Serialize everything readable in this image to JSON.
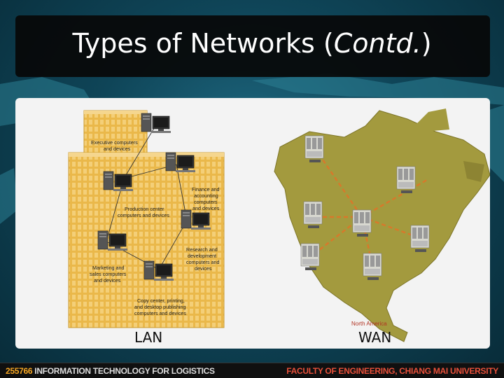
{
  "slide": {
    "title_main": "Types of Networks (",
    "title_italic": "Contd.",
    "title_end": ")"
  },
  "lan": {
    "caption": "LAN",
    "labels": {
      "executive_1": "Executive computers",
      "executive_2": "and devices",
      "finance_1": "Finance and",
      "finance_2": "accounting",
      "finance_3": "computers",
      "finance_4": "and devices",
      "production_1": "Production center",
      "production_2": "computers and devices",
      "research_1": "Research and",
      "research_2": "development",
      "research_3": "computers and",
      "research_4": "devices",
      "marketing_1": "Marketing and",
      "marketing_2": "sales computers",
      "marketing_3": "and devices",
      "copy_1": "Copy center, printing,",
      "copy_2": "and desktop publishing",
      "copy_3": "computers and devices"
    }
  },
  "wan": {
    "caption": "WAN",
    "region_label": "North America"
  },
  "footer": {
    "course_number": "255766",
    "course_name": " INFORMATION TECHNOLOGY FOR LOGISTICS",
    "faculty": "FACULTY OF ENGINEERING, CHIANG MAI UNIVERSITY"
  },
  "colors": {
    "building": "#e9b642",
    "land": "#a39a3e",
    "link": "#d9782a",
    "footer_accent": "#f5a623",
    "footer_right": "#e8503a"
  }
}
